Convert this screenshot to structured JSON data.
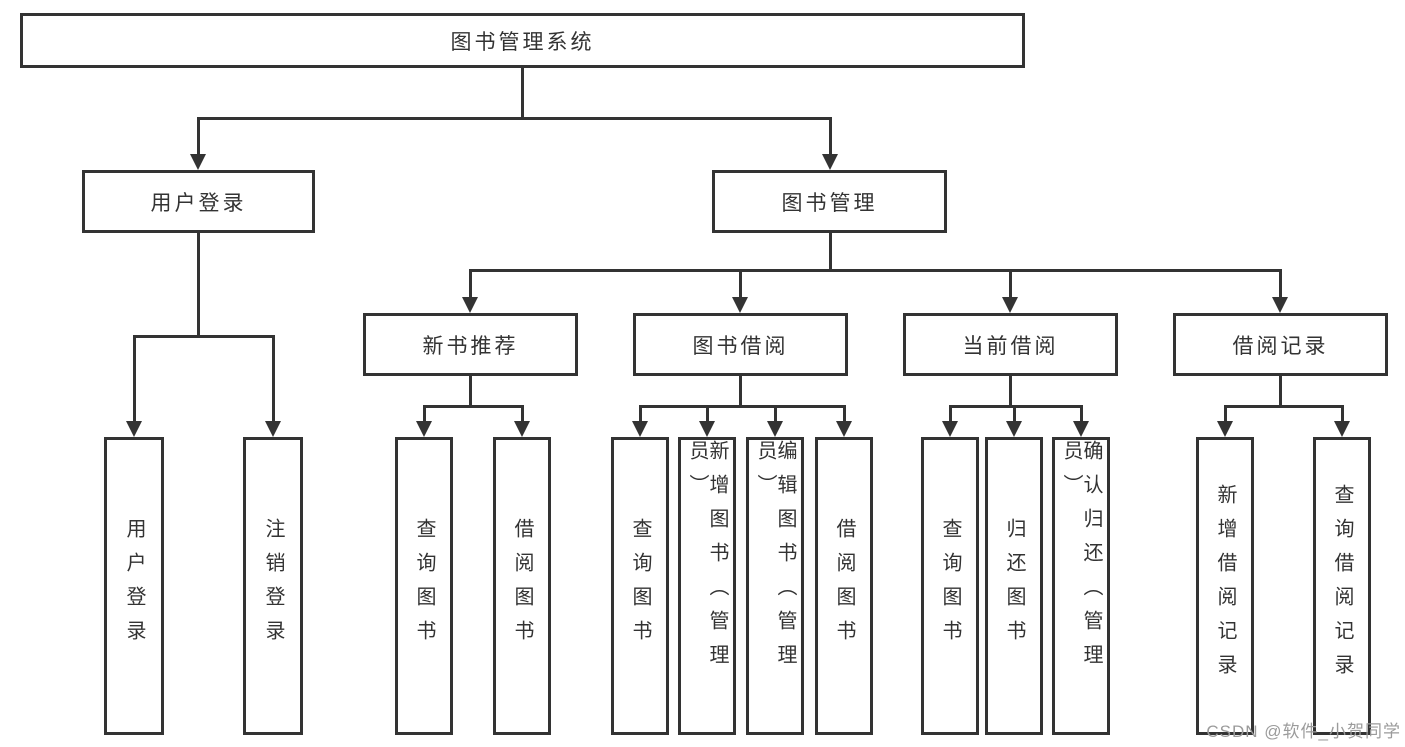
{
  "diagram": {
    "type": "hierarchy-tree",
    "colors": {
      "line": "#333333",
      "box_border": "#333333",
      "text": "#333333",
      "background": "#ffffff",
      "watermark": "#9b9b9b"
    },
    "tree": {
      "root": "图书管理系统",
      "level2": [
        "用户登录",
        "图书管理"
      ],
      "level3": [
        "新书推荐",
        "图书借阅",
        "当前借阅",
        "借阅记录"
      ],
      "leaves": {
        "user_login": [
          "用户登录",
          "注销登录"
        ],
        "new_book_rec": [
          "查询图书",
          "借阅图书"
        ],
        "book_borrow": [
          "查询图书",
          "新增图书（管理员）",
          "编辑图书（管理员）",
          "借阅图书"
        ],
        "current_borrow": [
          "查询图书",
          "归还图书",
          "确认归还（管理员）"
        ],
        "borrow_records": [
          "新增借阅记录",
          "查询借阅记录"
        ]
      }
    },
    "watermark": "CSDN @软件_小贺同学"
  }
}
